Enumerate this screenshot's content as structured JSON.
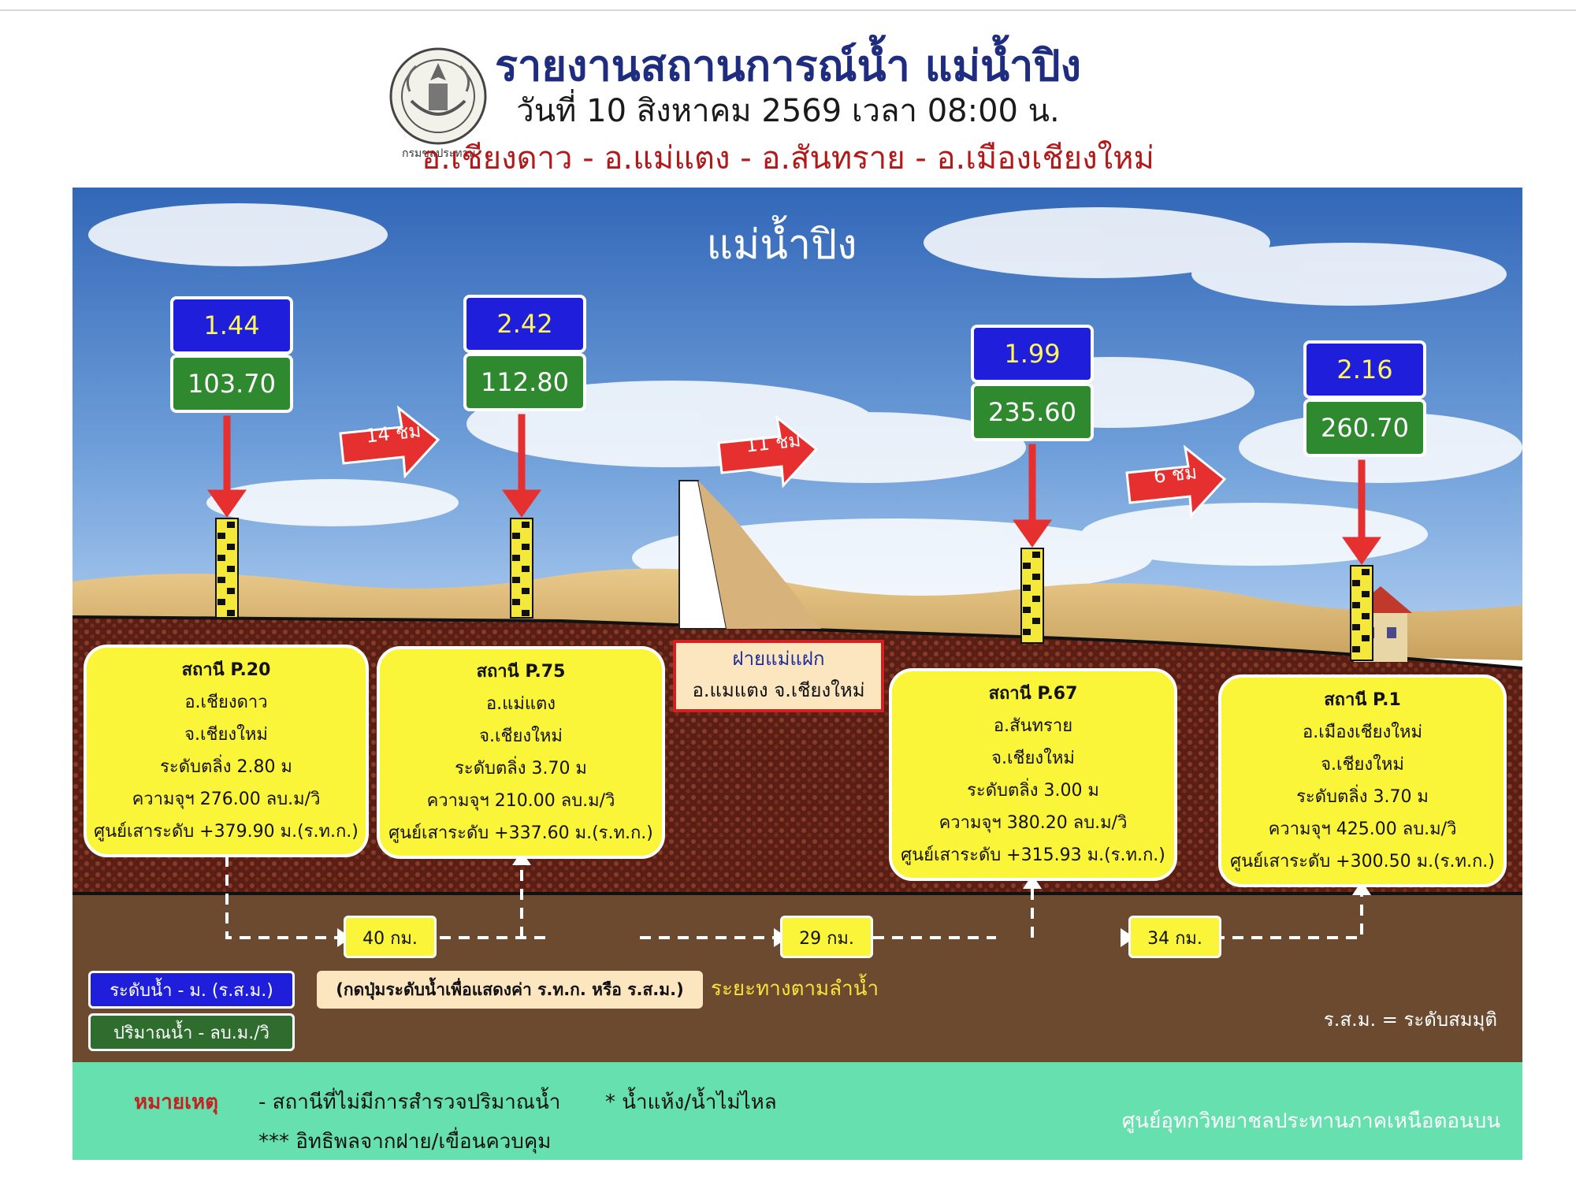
{
  "header": {
    "title": "รายงานสถานการณ์น้ำ แม่น้ำปิง",
    "date_line": "วันที่ 10 สิงหาคม 2569 เวลา 08:00 น.",
    "districts": "อ.เชียงดาว - อ.แม่แตง - อ.สันทราย - อ.เมืองเชียงใหม่",
    "seal_caption": "กรมชลประทาน"
  },
  "river_name": "แม่น้ำปิง",
  "stations": [
    {
      "id": "P.20",
      "level": "1.44",
      "flow": "103.70",
      "name": "สถานี P.20",
      "district": "อ.เชียงดาว",
      "province": "จ.เชียงใหม่",
      "bank": "ระดับตลิ่ง 2.80 ม",
      "capacity": "ความจุฯ 276.00 ลบ.ม/วิ",
      "datum": "ศูนย์เสาระดับ +379.90 ม.(ร.ท.ก.)"
    },
    {
      "id": "P.75",
      "level": "2.42",
      "flow": "112.80",
      "name": "สถานี P.75",
      "district": "อ.แม่แตง",
      "province": "จ.เชียงใหม่",
      "bank": "ระดับตลิ่ง 3.70 ม",
      "capacity": "ความจุฯ 210.00 ลบ.ม/วิ",
      "datum": "ศูนย์เสาระดับ +337.60 ม.(ร.ท.ก.)"
    },
    {
      "id": "P.67",
      "level": "1.99",
      "flow": "235.60",
      "name": "สถานี P.67",
      "district": "อ.สันทราย",
      "province": "จ.เชียงใหม่",
      "bank": "ระดับตลิ่ง 3.00 ม",
      "capacity": "ความจุฯ 380.20 ลบ.ม/วิ",
      "datum": "ศูนย์เสาระดับ +315.93 ม.(ร.ท.ก.)"
    },
    {
      "id": "P.1",
      "level": "2.16",
      "flow": "260.70",
      "name": "สถานี P.1",
      "district": "อ.เมืองเชียงใหม่",
      "province": "จ.เชียงใหม่",
      "bank": "ระดับตลิ่ง 3.70 ม",
      "capacity": "ความจุฯ 425.00 ลบ.ม/วิ",
      "datum": "ศูนย์เสาระดับ +300.50 ม.(ร.ท.ก.)"
    }
  ],
  "travel_times": [
    "14 ชม",
    "11 ชม",
    "6 ชม"
  ],
  "distances": [
    "40 กม.",
    "29 กม.",
    "34 กม."
  ],
  "dam": {
    "name": "ฝายแม่แฝก",
    "location": "อ.แมแตง จ.เชียงใหม่"
  },
  "legend": {
    "level": "ระดับน้ำ - ม. (ร.ส.ม.)",
    "flow": "ปริมาณน้ำ - ลบ.ม./วิ",
    "hint": "(กดปุ่มระดับน้ำเพื่อแสดงค่า ร.ท.ก. หรือ ร.ส.ม.)",
    "distance_label": "ระยะทางตามลำน้ำ",
    "abbreviation": "ร.ส.ม. = ระดับสมมุติ"
  },
  "notes": {
    "title": "หมายเหตุ",
    "item1": "-  สถานีที่ไม่มีการสำรวจปริมาณน้ำ",
    "item2": "*   น้ำแห้ง/น้ำไม่ไหล",
    "item3": "*** อิทธิพลจากฝาย/เขื่อนควบคุม",
    "agency": "ศูนย์อุทกวิทยาชลประทานภาคเหนือตอนบน"
  },
  "colors": {
    "level_box": "#1f1fdb",
    "flow_box": "#2f8a2f",
    "station_box": "#fbf53a",
    "sky": "#3f7ac6",
    "footer": "#66e0ae",
    "arrow": "#e63030"
  }
}
